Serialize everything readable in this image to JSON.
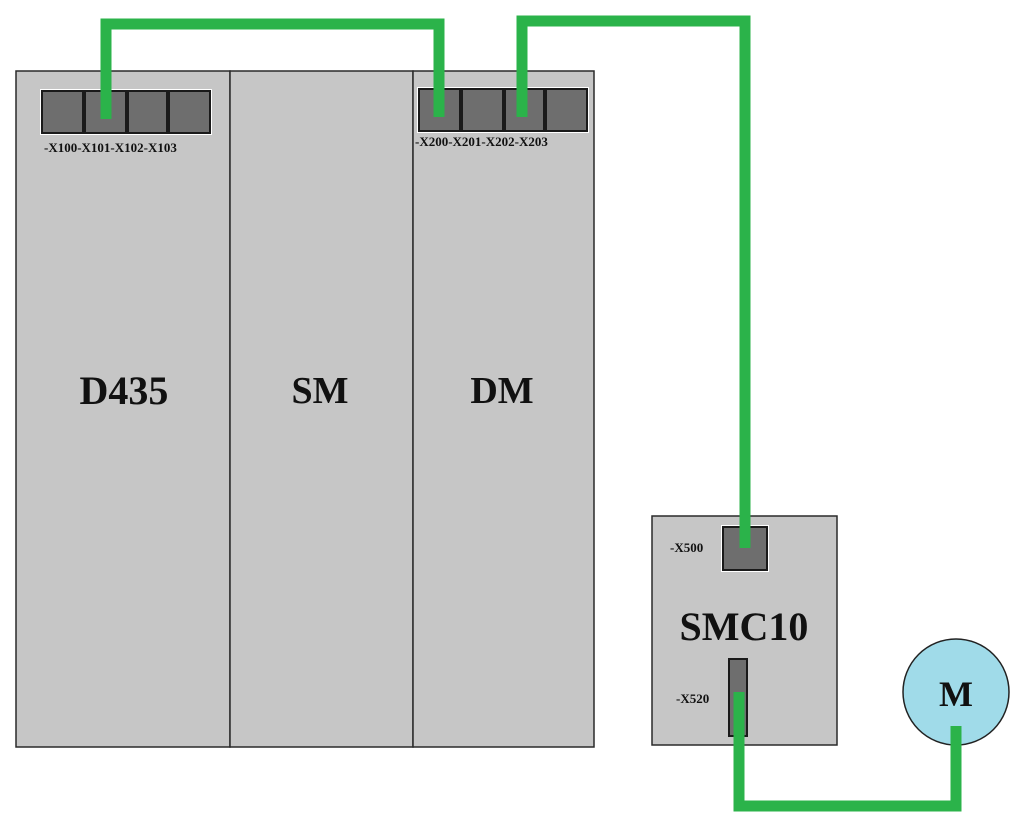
{
  "modules": {
    "d435": {
      "label": "D435",
      "ports_label": "-X100-X101-X102-X103"
    },
    "sm": {
      "label": "SM"
    },
    "dm": {
      "label": "DM",
      "ports_label": "-X200-X201-X202-X203"
    },
    "smc10": {
      "label": "SMC10",
      "port_top": "-X500",
      "port_bottom": "-X520"
    }
  },
  "motor": {
    "label": "M"
  },
  "colors": {
    "cable": "#2bb34a",
    "module": "#c6c6c6",
    "port": "#6e6e6e",
    "motor": "#a0dbe9"
  },
  "connections": [
    {
      "from": "D435 -X101",
      "to": "DM -X200"
    },
    {
      "from": "DM -X202",
      "to": "SMC10 -X500"
    },
    {
      "from": "SMC10 -X520",
      "to": "M"
    }
  ]
}
